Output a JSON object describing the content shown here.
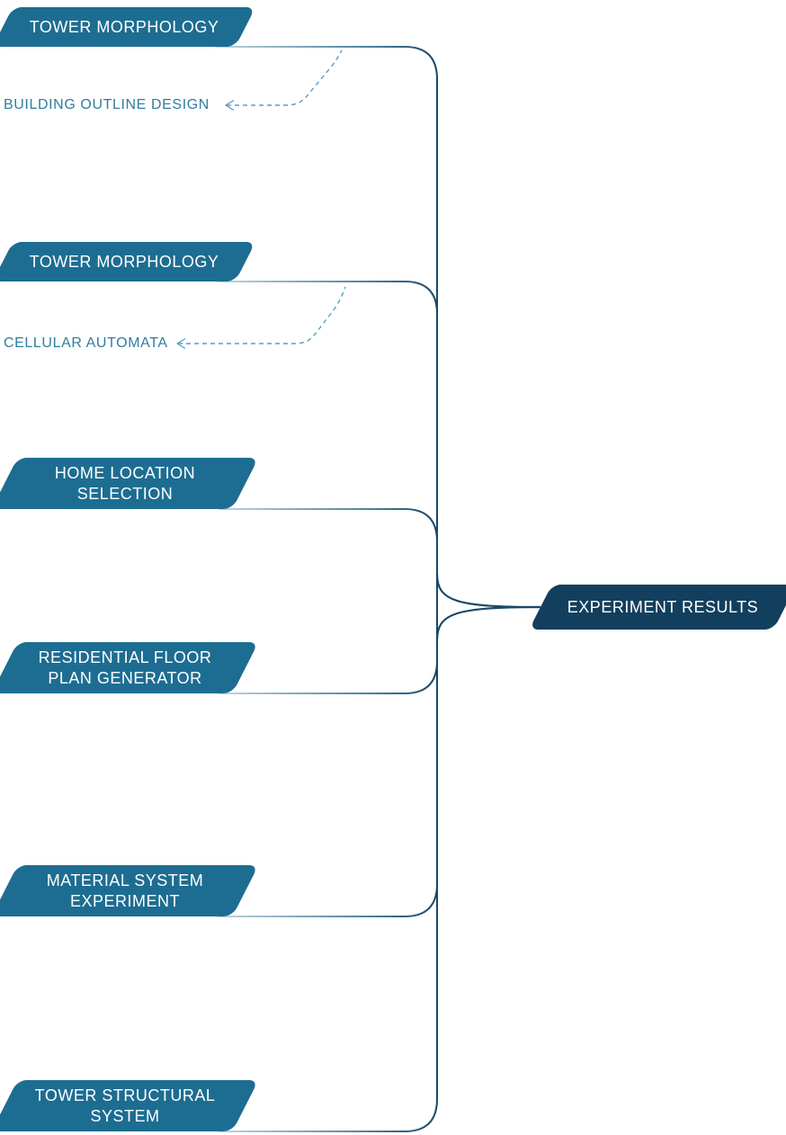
{
  "diagram": {
    "root": {
      "label": "EXPERIMENT RESULTS"
    },
    "branches": [
      {
        "label": "TOWER MORPHOLOGY",
        "child": "BUILDING OUTLINE DESIGN"
      },
      {
        "label": "TOWER MORPHOLOGY",
        "child": "CELLULAR AUTOMATA"
      },
      {
        "label": "HOME LOCATION SELECTION"
      },
      {
        "label": "RESIDENTIAL FLOOR PLAN GENERATOR"
      },
      {
        "label": "MATERIAL SYSTEM EXPERIMENT"
      },
      {
        "label": "TOWER STRUCTURAL SYSTEM"
      }
    ],
    "colors": {
      "topic_fill": "#1d6d92",
      "root_fill": "#133f5e",
      "topic_text": "#ffffff",
      "sub_label_text": "#2e7ea0",
      "line_dark": "#1b4866",
      "line_light": "#bfd6e1",
      "dashed_line": "#5a9ec4",
      "background": "#ffffff"
    }
  }
}
